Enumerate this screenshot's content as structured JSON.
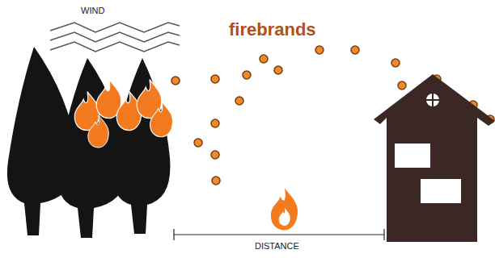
{
  "diagram": {
    "labels": [
      "WIND",
      "firebrands",
      "DISTANCE"
    ]
  }
}
